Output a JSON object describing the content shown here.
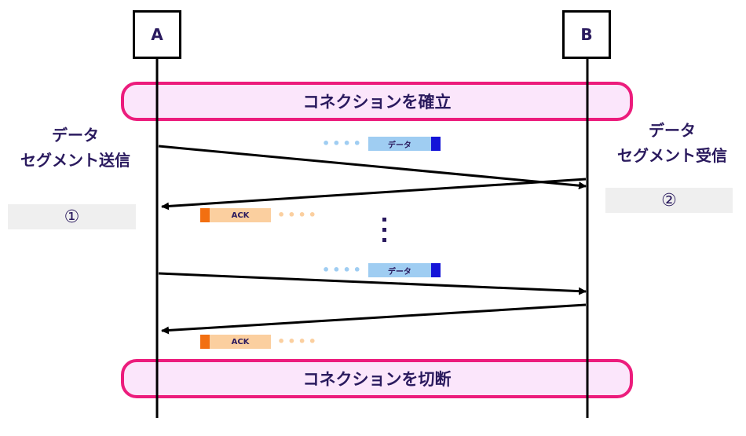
{
  "nodes": {
    "a": {
      "label": "A"
    },
    "b": {
      "label": "B"
    }
  },
  "banners": {
    "establish": "コネクションを確立",
    "terminate": "コネクションを切断"
  },
  "left": {
    "line1": "データ",
    "line2": "セグメント送信",
    "step": "①"
  },
  "right": {
    "line1": "データ",
    "line2": "セグメント受信",
    "step": "②"
  },
  "packets": {
    "data": "データ",
    "ack": "ACK",
    "dots": "••••"
  },
  "messages": [
    {
      "from": "A",
      "to": "B",
      "kind": "data"
    },
    {
      "from": "B",
      "to": "A",
      "kind": "ack"
    },
    {
      "from": "A",
      "to": "B",
      "kind": "data"
    },
    {
      "from": "B",
      "to": "A",
      "kind": "ack"
    }
  ],
  "colors": {
    "text": "#2a1a5e",
    "banner_border": "#ec1c7c",
    "banner_fill": "#fbe6fb",
    "data_packet": "#9fcdf2",
    "data_cap": "#1414d8",
    "ack_packet": "#fbcf9f",
    "ack_cap": "#f26f11"
  }
}
